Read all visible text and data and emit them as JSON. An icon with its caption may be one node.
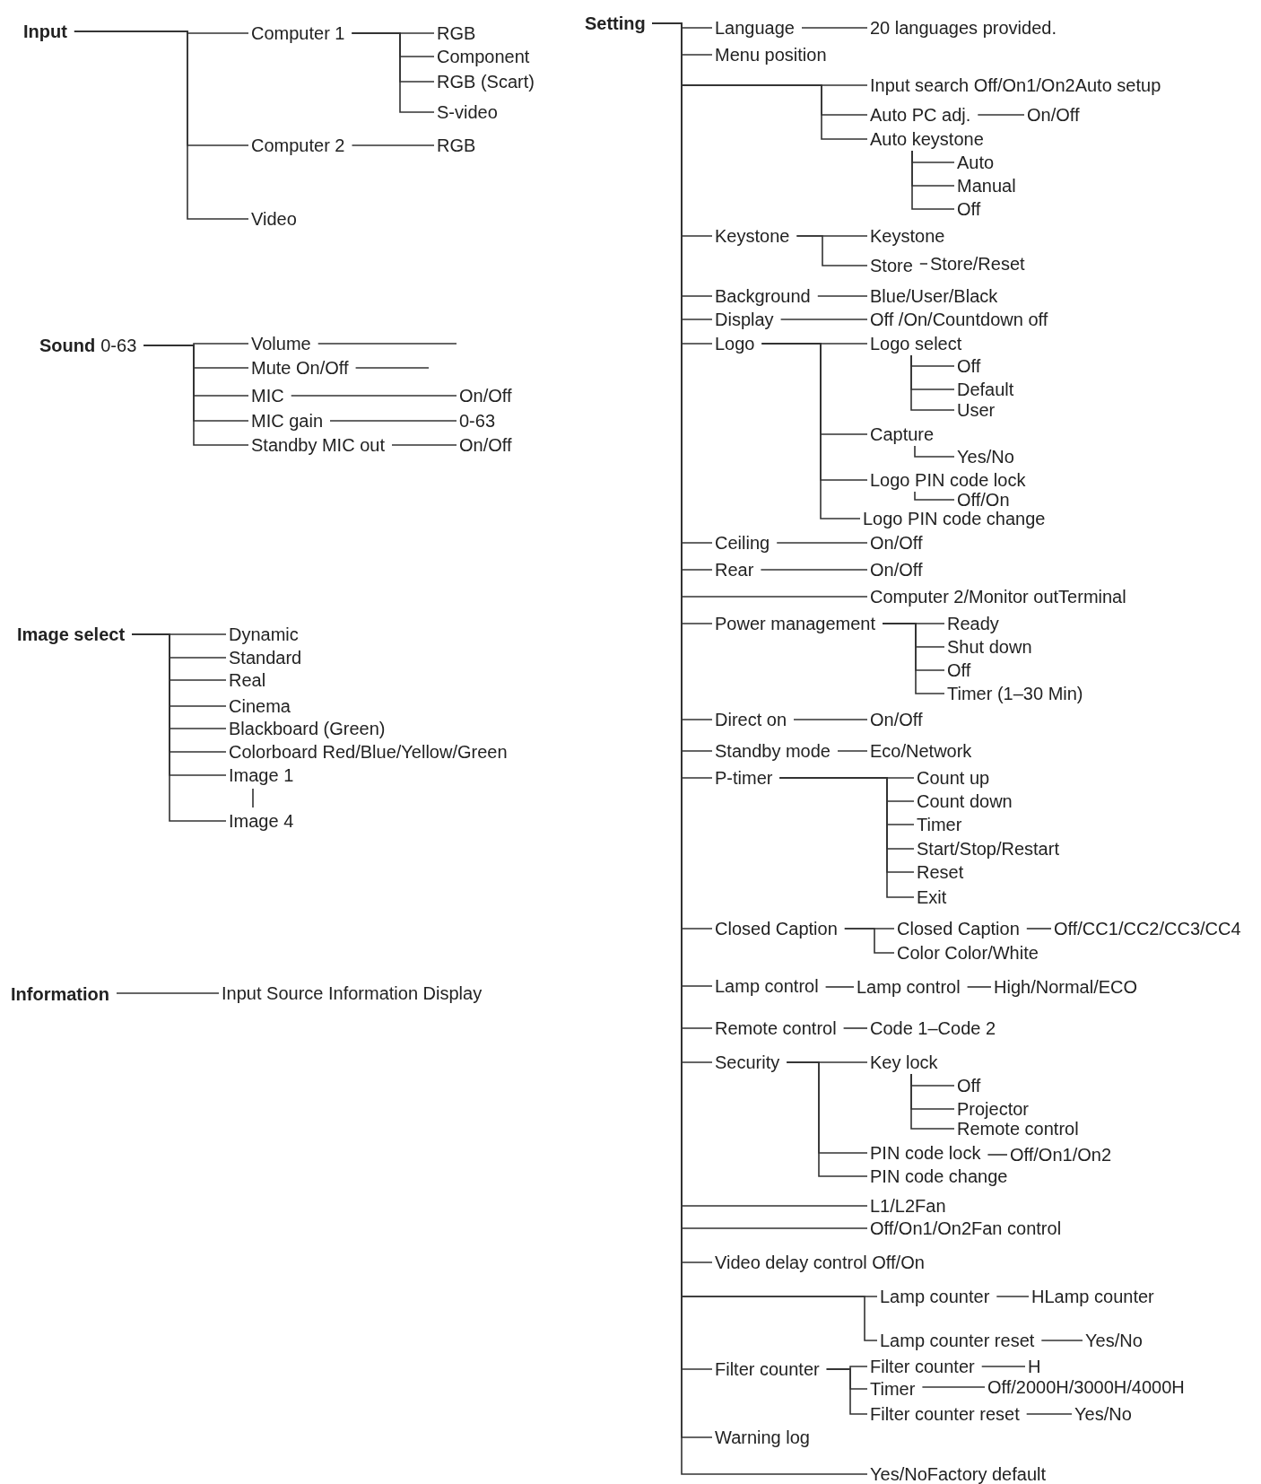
{
  "diagram": {
    "nodes": [
      {
        "text": [
          "Input"
        ]
      },
      {
        "text": [
          "Computer 1"
        ]
      },
      {
        "text": [
          "RGB"
        ]
      },
      {
        "text": [
          "Component"
        ]
      },
      {
        "text": [
          "RGB (Scart)"
        ]
      },
      {
        "text": [
          "S-video"
        ]
      },
      {
        "text": [
          "Computer 2"
        ]
      },
      {
        "text": [
          "RGB"
        ]
      },
      {
        "text": [
          "Video"
        ]
      },
      {
        "text": [
          "Sound"
        ],
        "beside": [
          "0-63"
        ]
      },
      {
        "text": [
          "Volume"
        ]
      },
      {
        "text": [
          "Mute On/Off"
        ]
      },
      {
        "text": [
          "MIC"
        ]
      },
      {
        "text": [
          "On/Off"
        ]
      },
      {
        "text": [
          "MIC gain"
        ]
      },
      {
        "text": [
          "0-63"
        ]
      },
      {
        "text": [
          "Standby MIC out"
        ]
      },
      {
        "text": [
          "On/Off"
        ]
      },
      {
        "text": [
          "Image select"
        ]
      },
      {
        "text": [
          "Dynamic"
        ]
      },
      {
        "text": [
          "Standard"
        ]
      },
      {
        "text": [
          "Real"
        ]
      },
      {
        "text": [
          "Cinema"
        ]
      },
      {
        "text": [
          "Blackboard (Green)"
        ]
      },
      {
        "text": [
          "Colorboard Red/Blue/Yellow/Green"
        ]
      },
      {
        "text": [
          "Image 1"
        ]
      },
      {
        "text": [
          "Image 4"
        ]
      },
      {
        "text": [
          "Information"
        ]
      },
      {
        "text": [
          "Input Source Information Display"
        ]
      },
      {
        "text": [
          "Setting"
        ]
      },
      {
        "text": [
          "Language"
        ]
      },
      {
        "text": [
          "20 languages provided."
        ]
      },
      {
        "text": [
          "Menu position"
        ]
      },
      {
        "text": [
          "Input search Off/On1/On2Auto setup"
        ]
      },
      {
        "text": [
          "Auto PC adj."
        ]
      },
      {
        "text": [
          "On/Off"
        ]
      },
      {
        "text": [
          "Auto keystone"
        ]
      },
      {
        "text": [
          "Auto"
        ]
      },
      {
        "text": [
          "Manual"
        ]
      },
      {
        "text": [
          "Off"
        ]
      },
      {
        "text": [
          "Keystone"
        ]
      },
      {
        "text": [
          "Keystone"
        ]
      },
      {
        "text": [
          "Store"
        ]
      },
      {
        "text": [
          "Store/Reset"
        ]
      },
      {
        "text": [
          "Background"
        ]
      },
      {
        "text": [
          "Blue/User/Black"
        ]
      },
      {
        "text": [
          "Display"
        ]
      },
      {
        "text": [
          "Off /On/Countdown off"
        ]
      },
      {
        "text": [
          "Logo"
        ]
      },
      {
        "text": [
          "Logo select"
        ]
      },
      {
        "text": [
          "Off"
        ]
      },
      {
        "text": [
          "Default"
        ]
      },
      {
        "text": [
          "User"
        ]
      },
      {
        "text": [
          "Capture"
        ]
      },
      {
        "text": [
          "Yes/No"
        ]
      },
      {
        "text": [
          "Logo PIN code lock"
        ]
      },
      {
        "text": [
          "Off/On"
        ]
      },
      {
        "text": [
          "Logo PIN code change"
        ]
      },
      {
        "text": [
          "Ceiling"
        ]
      },
      {
        "text": [
          "On/Off"
        ]
      },
      {
        "text": [
          "Rear"
        ]
      },
      {
        "text": [
          "On/Off"
        ]
      },
      {
        "text": [
          "Computer 2/Monitor outTerminal"
        ]
      },
      {
        "text": [
          "Power management"
        ]
      },
      {
        "text": [
          "Ready"
        ]
      },
      {
        "text": [
          "Shut down"
        ]
      },
      {
        "text": [
          "Off"
        ]
      },
      {
        "text": [
          "Timer (1–30 Min)"
        ]
      },
      {
        "text": [
          "Direct on"
        ]
      },
      {
        "text": [
          "On/Off"
        ]
      },
      {
        "text": [
          "Standby mode"
        ]
      },
      {
        "text": [
          "Eco/Network"
        ]
      },
      {
        "text": [
          "P-timer"
        ]
      },
      {
        "text": [
          "Count up"
        ]
      },
      {
        "text": [
          "Count down"
        ]
      },
      {
        "text": [
          "Timer"
        ]
      },
      {
        "text": [
          "Start/Stop/Restart"
        ]
      },
      {
        "text": [
          "Reset"
        ]
      },
      {
        "text": [
          "Exit"
        ]
      },
      {
        "text": [
          "Closed Caption"
        ]
      },
      {
        "text": [
          "Closed Caption"
        ]
      },
      {
        "text": [
          "Off/CC1/CC2/CC3/CC4"
        ]
      },
      {
        "text": [
          "Color Color/White"
        ]
      },
      {
        "text": [
          "Lamp control"
        ]
      },
      {
        "text": [
          "Lamp control"
        ]
      },
      {
        "text": [
          "High/Normal/ECO"
        ]
      },
      {
        "text": [
          "Remote control"
        ]
      },
      {
        "text": [
          "Code 1–Code 2"
        ]
      },
      {
        "text": [
          "Security"
        ]
      },
      {
        "text": [
          "Key lock"
        ]
      },
      {
        "text": [
          "Off"
        ]
      },
      {
        "text": [
          "Projector"
        ]
      },
      {
        "text": [
          "Remote control"
        ]
      },
      {
        "text": [
          "PIN code lock"
        ]
      },
      {
        "text": [
          "Off/On1/On2"
        ]
      },
      {
        "text": [
          "PIN code change"
        ]
      },
      {
        "text": [
          "L1/L2Fan"
        ]
      },
      {
        "text": [
          "Off/On1/On2Fan control"
        ]
      },
      {
        "text": [
          "Video delay control Off/On"
        ]
      },
      {
        "text": [
          "Lamp counter"
        ]
      },
      {
        "text": [
          "HLamp counter"
        ]
      },
      {
        "text": [
          "Lamp counter reset"
        ]
      },
      {
        "text": [
          "Yes/No"
        ]
      },
      {
        "text": [
          "Filter counter"
        ]
      },
      {
        "text": [
          "Filter counter"
        ]
      },
      {
        "text": [
          "H"
        ]
      },
      {
        "text": [
          "Timer"
        ]
      },
      {
        "text": [
          "Off/2000H/3000H/4000H"
        ]
      },
      {
        "text": [
          "Filter counter reset"
        ]
      },
      {
        "text": [
          "Yes/No"
        ]
      },
      {
        "text": [
          "Warning log"
        ]
      },
      {
        "text": [
          "Yes/NoFactory default"
        ]
      }
    ],
    "edges": [
      {
        "from": 0,
        "to": 1,
        "arrow": "none"
      },
      {
        "from": 0,
        "to": 6,
        "arrow": "none"
      },
      {
        "from": 0,
        "to": 8,
        "arrow": "none"
      },
      {
        "from": 1,
        "to": 2,
        "arrow": "none"
      },
      {
        "from": 1,
        "to": 3,
        "arrow": "none"
      },
      {
        "from": 1,
        "to": 4,
        "arrow": "none"
      },
      {
        "from": 1,
        "to": 5,
        "arrow": "none"
      },
      {
        "from": 6,
        "to": 7,
        "arrow": "none"
      },
      {
        "from": 9,
        "to": 10,
        "arrow": "none"
      },
      {
        "from": 9,
        "to": 11,
        "arrow": "none"
      },
      {
        "from": 9,
        "to": 12,
        "arrow": "none"
      },
      {
        "from": 9,
        "to": 14,
        "arrow": "none"
      },
      {
        "from": 9,
        "to": 16,
        "arrow": "none"
      },
      {
        "from": 10,
        "to": null,
        "arrow": "none"
      },
      {
        "from": 11,
        "to": null,
        "arrow": "none"
      },
      {
        "from": 12,
        "to": 13,
        "arrow": "none"
      },
      {
        "from": 14,
        "to": 15,
        "arrow": "none"
      },
      {
        "from": 16,
        "to": 17,
        "arrow": "none"
      },
      {
        "from": 18,
        "to": 19,
        "arrow": "none"
      },
      {
        "from": 18,
        "to": 20,
        "arrow": "none"
      },
      {
        "from": 18,
        "to": 21,
        "arrow": "none"
      },
      {
        "from": 18,
        "to": 22,
        "arrow": "none"
      },
      {
        "from": 18,
        "to": 23,
        "arrow": "none"
      },
      {
        "from": 18,
        "to": 24,
        "arrow": "none"
      },
      {
        "from": 18,
        "to": 25,
        "arrow": "none"
      },
      {
        "from": 18,
        "to": 26,
        "arrow": "none"
      },
      {
        "from": 25,
        "to": 26,
        "arrow": "none"
      },
      {
        "from": 27,
        "to": 28,
        "arrow": "none"
      },
      {
        "from": 29,
        "to": 30,
        "arrow": "none"
      },
      {
        "from": 29,
        "to": 32,
        "arrow": "none"
      },
      {
        "from": 29,
        "to": 33,
        "arrow": "none"
      },
      {
        "from": 29,
        "to": 34,
        "arrow": "none"
      },
      {
        "from": 29,
        "to": 36,
        "arrow": "none"
      },
      {
        "from": 29,
        "to": 40,
        "arrow": "none"
      },
      {
        "from": 29,
        "to": 44,
        "arrow": "none"
      },
      {
        "from": 29,
        "to": 46,
        "arrow": "none"
      },
      {
        "from": 29,
        "to": 48,
        "arrow": "none"
      },
      {
        "from": 29,
        "to": 58,
        "arrow": "none"
      },
      {
        "from": 29,
        "to": 60,
        "arrow": "none"
      },
      {
        "from": 29,
        "to": 62,
        "arrow": "none"
      },
      {
        "from": 29,
        "to": 63,
        "arrow": "none"
      },
      {
        "from": 29,
        "to": 68,
        "arrow": "none"
      },
      {
        "from": 29,
        "to": 70,
        "arrow": "none"
      },
      {
        "from": 29,
        "to": 72,
        "arrow": "none"
      },
      {
        "from": 29,
        "to": 79,
        "arrow": "none"
      },
      {
        "from": 29,
        "to": 83,
        "arrow": "none"
      },
      {
        "from": 29,
        "to": 86,
        "arrow": "none"
      },
      {
        "from": 29,
        "to": 88,
        "arrow": "none"
      },
      {
        "from": 29,
        "to": 96,
        "arrow": "none"
      },
      {
        "from": 29,
        "to": 97,
        "arrow": "none"
      },
      {
        "from": 29,
        "to": 98,
        "arrow": "none"
      },
      {
        "from": 29,
        "to": 99,
        "arrow": "none"
      },
      {
        "from": 29,
        "to": 101,
        "arrow": "none"
      },
      {
        "from": 29,
        "to": 103,
        "arrow": "none"
      },
      {
        "from": 29,
        "to": 110,
        "arrow": "none"
      },
      {
        "from": 29,
        "to": 111,
        "arrow": "none"
      },
      {
        "from": 30,
        "to": 31,
        "arrow": "none"
      },
      {
        "from": 34,
        "to": 35,
        "arrow": "none"
      },
      {
        "from": 36,
        "to": 37,
        "arrow": "none"
      },
      {
        "from": 36,
        "to": 38,
        "arrow": "none"
      },
      {
        "from": 36,
        "to": 39,
        "arrow": "none"
      },
      {
        "from": 40,
        "to": 41,
        "arrow": "none"
      },
      {
        "from": 40,
        "to": 42,
        "arrow": "none"
      },
      {
        "from": 42,
        "to": 43,
        "arrow": "none"
      },
      {
        "from": 44,
        "to": 45,
        "arrow": "none"
      },
      {
        "from": 46,
        "to": 47,
        "arrow": "none"
      },
      {
        "from": 48,
        "to": 49,
        "arrow": "none"
      },
      {
        "from": 48,
        "to": 53,
        "arrow": "none"
      },
      {
        "from": 48,
        "to": 55,
        "arrow": "none"
      },
      {
        "from": 48,
        "to": 57,
        "arrow": "none"
      },
      {
        "from": 49,
        "to": 50,
        "arrow": "none"
      },
      {
        "from": 49,
        "to": 51,
        "arrow": "none"
      },
      {
        "from": 49,
        "to": 52,
        "arrow": "none"
      },
      {
        "from": 53,
        "to": 54,
        "arrow": "none"
      },
      {
        "from": 55,
        "to": 56,
        "arrow": "none"
      },
      {
        "from": 58,
        "to": 59,
        "arrow": "none"
      },
      {
        "from": 60,
        "to": 61,
        "arrow": "none"
      },
      {
        "from": 63,
        "to": 64,
        "arrow": "none"
      },
      {
        "from": 63,
        "to": 65,
        "arrow": "none"
      },
      {
        "from": 63,
        "to": 66,
        "arrow": "none"
      },
      {
        "from": 63,
        "to": 67,
        "arrow": "none"
      },
      {
        "from": 68,
        "to": 69,
        "arrow": "none"
      },
      {
        "from": 70,
        "to": 71,
        "arrow": "none"
      },
      {
        "from": 72,
        "to": 73,
        "arrow": "none"
      },
      {
        "from": 72,
        "to": 74,
        "arrow": "none"
      },
      {
        "from": 72,
        "to": 75,
        "arrow": "none"
      },
      {
        "from": 72,
        "to": 76,
        "arrow": "none"
      },
      {
        "from": 72,
        "to": 77,
        "arrow": "none"
      },
      {
        "from": 72,
        "to": 78,
        "arrow": "none"
      },
      {
        "from": 79,
        "to": 80,
        "arrow": "none"
      },
      {
        "from": 79,
        "to": 82,
        "arrow": "none"
      },
      {
        "from": 80,
        "to": 81,
        "arrow": "none"
      },
      {
        "from": 83,
        "to": 84,
        "arrow": "none"
      },
      {
        "from": 84,
        "to": 85,
        "arrow": "none"
      },
      {
        "from": 86,
        "to": 87,
        "arrow": "none"
      },
      {
        "from": 88,
        "to": 89,
        "arrow": "none"
      },
      {
        "from": 88,
        "to": 93,
        "arrow": "none"
      },
      {
        "from": 88,
        "to": 95,
        "arrow": "none"
      },
      {
        "from": 89,
        "to": 90,
        "arrow": "none"
      },
      {
        "from": 89,
        "to": 91,
        "arrow": "none"
      },
      {
        "from": 89,
        "to": 92,
        "arrow": "none"
      },
      {
        "from": 93,
        "to": 94,
        "arrow": "none"
      },
      {
        "from": 99,
        "to": 100,
        "arrow": "none"
      },
      {
        "from": 101,
        "to": 102,
        "arrow": "none"
      },
      {
        "from": 103,
        "to": 104,
        "arrow": "none"
      },
      {
        "from": 103,
        "to": 106,
        "arrow": "none"
      },
      {
        "from": 103,
        "to": 108,
        "arrow": "none"
      },
      {
        "from": 104,
        "to": 105,
        "arrow": "none"
      },
      {
        "from": 106,
        "to": 107,
        "arrow": "none"
      },
      {
        "from": 108,
        "to": 109,
        "arrow": "none"
      }
    ]
  }
}
